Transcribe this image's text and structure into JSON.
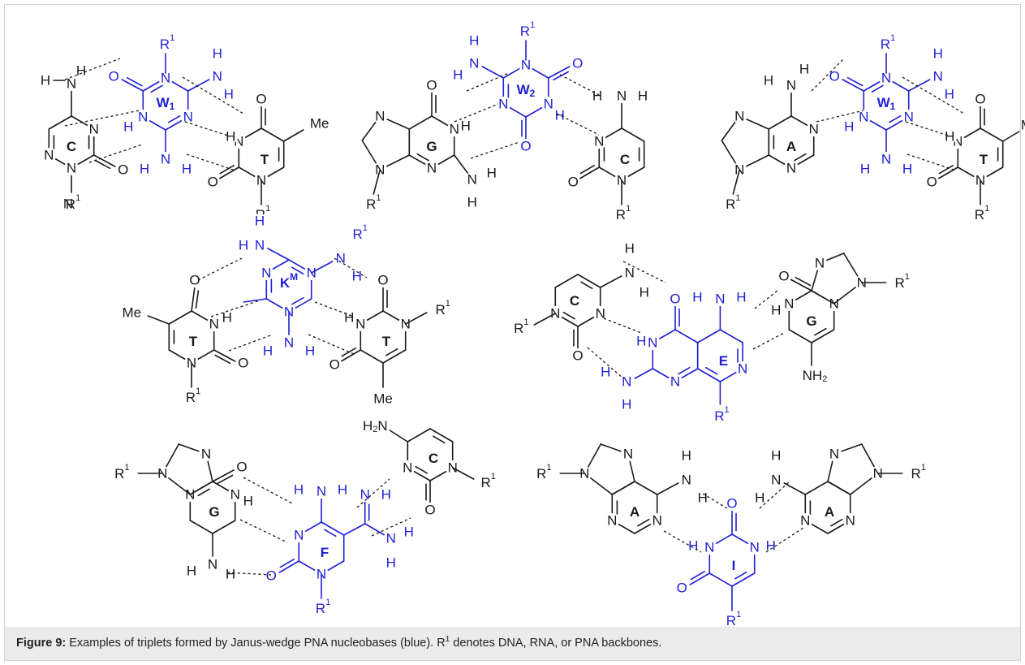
{
  "colors": {
    "black": "#1a1a1a",
    "blue": "#1f1fd6",
    "hbond": "#1a1a1a"
  },
  "caption": {
    "label": "Figure 9:",
    "text_before_sup": " Examples of triplets formed by Janus-wedge PNA nucleobases (blue). R",
    "sup": "1",
    "text_after_sup": " denotes DNA, RNA, or PNA backbones."
  },
  "labels": {
    "C": "C",
    "T": "T",
    "G": "G",
    "A": "A",
    "W1": "W",
    "W2": "W",
    "KM": "K",
    "E": "E",
    "F": "F",
    "I": "I",
    "sub1": "1",
    "sub2": "2",
    "supM": "M",
    "N": "N",
    "O": "O",
    "H": "H",
    "R": "R",
    "sup_r": "1",
    "Me": "Me",
    "NH2": "NH",
    "H2N": "H",
    "sub_2": "2"
  }
}
